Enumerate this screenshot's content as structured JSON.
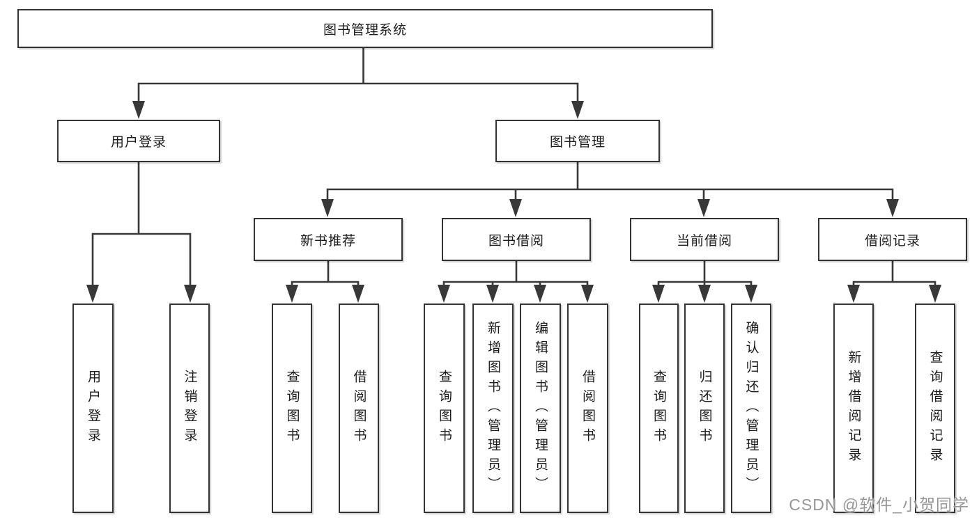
{
  "tree": {
    "label": "图书管理系统",
    "children": [
      {
        "label": "用户登录",
        "children": [
          {
            "label": "用户登录"
          },
          {
            "label": "注销登录"
          }
        ]
      },
      {
        "label": "图书管理",
        "children": [
          {
            "label": "新书推荐",
            "children": [
              {
                "label": "查询图书"
              },
              {
                "label": "借阅图书"
              }
            ]
          },
          {
            "label": "图书借阅",
            "children": [
              {
                "label": "查询图书"
              },
              {
                "label": "新增图书（管理员）"
              },
              {
                "label": "编辑图书（管理员）"
              },
              {
                "label": "借阅图书"
              }
            ]
          },
          {
            "label": "当前借阅",
            "children": [
              {
                "label": "查询图书"
              },
              {
                "label": "归还图书"
              },
              {
                "label": "确认归还（管理员）"
              }
            ]
          },
          {
            "label": "借阅记录",
            "children": [
              {
                "label": "新增借阅记录"
              },
              {
                "label": "查询借阅记录"
              }
            ]
          }
        ]
      }
    ]
  },
  "watermark": {
    "text": "CSDN @软件_小贺同学"
  },
  "colors": {
    "line": "#383838",
    "box_border": "#333333",
    "text": "#1c1c1c",
    "watermark": "#969696",
    "background": "#ffffff"
  }
}
